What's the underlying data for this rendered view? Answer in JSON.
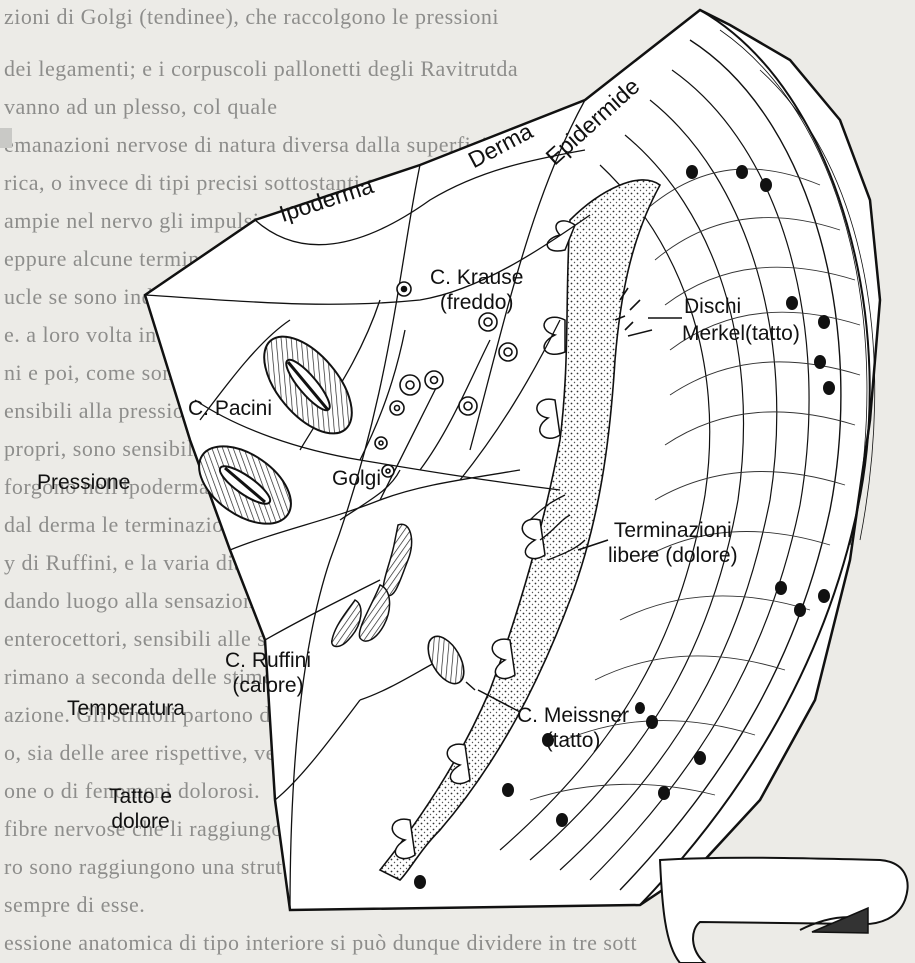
{
  "background_text": [
    "zioni di Golgi (tendinee), che raccolgono le pressioni",
    "dei legamenti; e i corpuscoli pallonetti degli Ravitrutda",
    "vanno ad un plesso, col quale",
    "emanazioni nervose di natura diversa dalla superficie",
    "rica, o invece di tipi precisi sottostanti specializzati",
    "ampie nel nervo gli impulsi periferici verso il corpo. I",
    "eppure alcune terminazioni nervose di varia natura delle",
    "ucle se sono indipendenti: tutte terminazioni di sensi",
    "e. a loro volta intrecciate, sono formate che delimitano",
    "ni e poi, come sono i corpuscoli di Ruffini e di",
    "ensibili alla pressione",
    "propri, sono sensibili e danno impulsi quando sulla",
    "forgono nell'ipoderma e sono i corpuscoli della fi",
    "dal derma le terminazioni libere dei corpuscoli di",
    "y di Ruffini, e la varia distensione dunque l'allungam",
    "dando luogo alla sensazione di calore completa.",
    "enterocettori, sensibili alle stimolazioni degli enterocett",
    "rimano a seconda delle stimolazioni; sensibili si c",
    "azione. Gli stimoli partono da vie di stimolazione l",
    "o, sia delle aree rispettive, vengono stimolati per effet",
    "one o di fenomeni dolorosi.",
    "fibre nervose che li raggiungono come in quanto",
    "ro sono raggiungono una struttura posteriore che e",
    "sempre di esse.",
    "essione anatomica di tipo interiore si può dunque dividere in tre sott"
  ],
  "labels": {
    "ipoderma": "Ipoderma",
    "derma": "Derma",
    "epidermide": "Epidermide",
    "krause": "C. Krause\n(freddo)",
    "dischi": "Dischi",
    "merkel": "Merkel(tatto)",
    "pacini": "C. Pacini",
    "golgi": "Golgi",
    "pressione": "Pressione",
    "terminazioni": "Terminazioni\nlibere (dolore)",
    "ruffini": "C. Ruffini\n(calore)",
    "temperatura": "Temperatura",
    "meissner": "C. Meissner\n(tatto)",
    "tatto_dolore": "Tatto e\ndolore"
  },
  "colors": {
    "page": "#ecebe7",
    "ink": "#111111",
    "faint_text": "#8d8d8b"
  }
}
